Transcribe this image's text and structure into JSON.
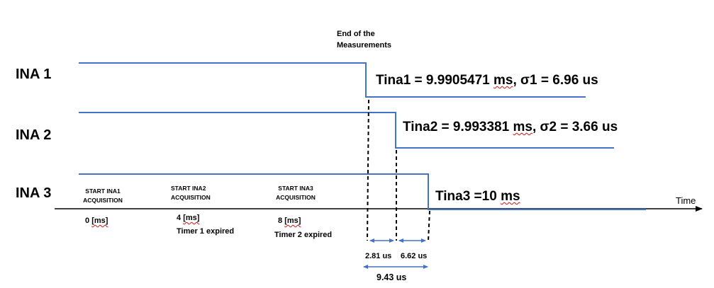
{
  "header": {
    "end_line1": "End of the",
    "end_line2": "Measurements"
  },
  "rows": [
    {
      "label": "INA 1",
      "result_prefix": "Tina1 = 9.9905471 ",
      "result_unit": "ms",
      "result_sigma": ", σ1 = 6.96 us"
    },
    {
      "label": "INA 2",
      "result_prefix": "Tina2 = 9.993381 ",
      "result_unit": "ms",
      "result_sigma": ", σ2 = 3.66 us"
    },
    {
      "label": "INA 3",
      "result_prefix": "Tina3 =10 ",
      "result_unit": "ms",
      "result_sigma": ""
    }
  ],
  "axis": {
    "label": "Time"
  },
  "events": [
    {
      "start_line1": "START INA1",
      "start_line2": "ACQUISITION",
      "time_value": "0 ",
      "time_unit": "[ms]",
      "note": ""
    },
    {
      "start_line1": "START INA2",
      "start_line2": "ACQUISITION",
      "time_value": "4 ",
      "time_unit": "[ms]",
      "note": "Timer 1 expired"
    },
    {
      "start_line1": "START INA3",
      "start_line2": "ACQUISITION",
      "time_value": "8 ",
      "time_unit": "[ms]",
      "note": "Timer 2 expired"
    }
  ],
  "intervals": {
    "gap1": "2.81 us",
    "gap2": "6.62 us",
    "total": "9.43 us"
  },
  "colors": {
    "signal": "#4472c4",
    "text": "#000000",
    "axis": "#000000",
    "marker": "#000000"
  }
}
